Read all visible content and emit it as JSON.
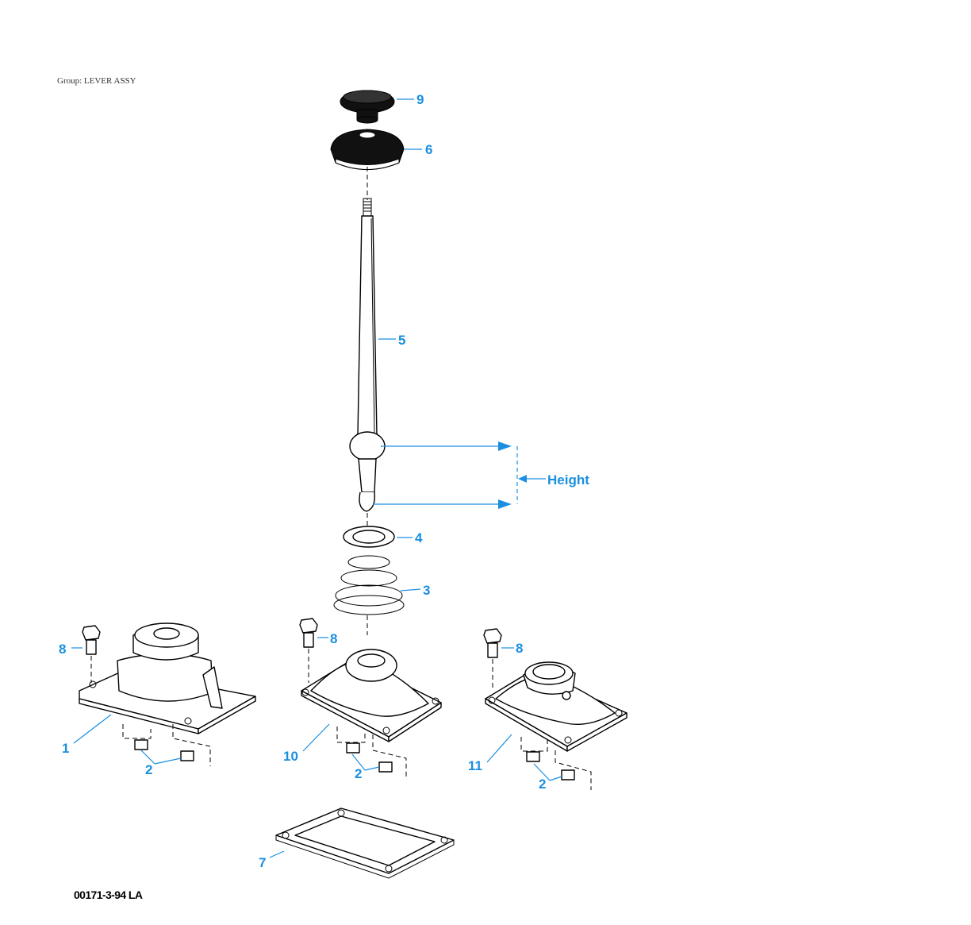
{
  "header": {
    "group_label": "Group: LEVER ASSY"
  },
  "footer": {
    "doc_code": "00171-3-94 LA"
  },
  "callouts": {
    "p9": "9",
    "p6": "6",
    "p5": "5",
    "p4": "4",
    "p3": "3",
    "p8a": "8",
    "p8b": "8",
    "p8c": "8",
    "p1": "1",
    "p10": "10",
    "p11": "11",
    "p2a": "2",
    "p2b": "2",
    "p2c": "2",
    "p7": "7"
  },
  "dimension": {
    "label": "Height"
  },
  "colors": {
    "callout": "#1a8fe0",
    "line": "#000000"
  }
}
